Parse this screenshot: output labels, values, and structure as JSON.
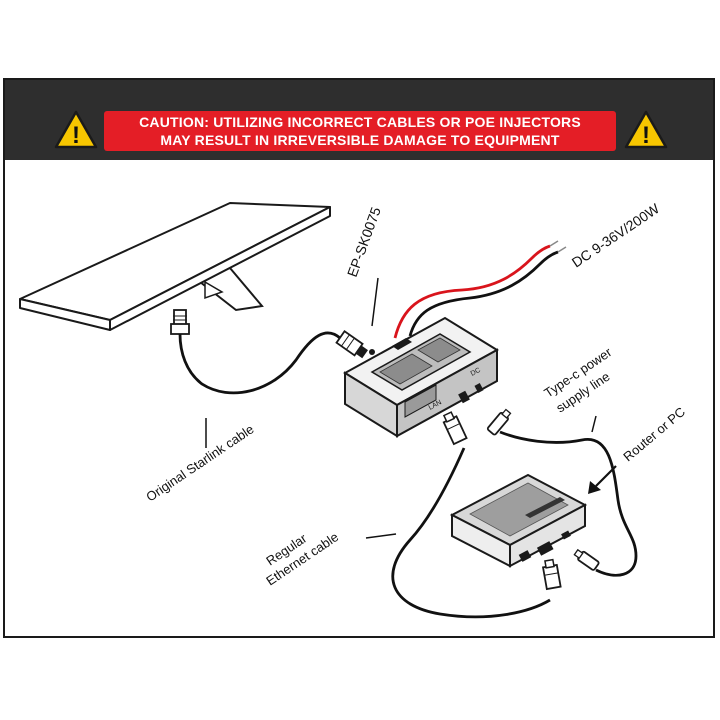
{
  "banner": {
    "caution_line_1": "CAUTION: UTILIZING INCORRECT CABLES OR POE INJECTORS",
    "caution_line_2": "MAY RESULT IN IRREVERSIBLE DAMAGE TO EQUIPMENT",
    "warning_icon_text": "!"
  },
  "labels": {
    "model": "EP-SK0075",
    "dc_input": "DC 9-36V/200W",
    "typec_line_1": "Type-c power",
    "typec_line_2": "supply line",
    "router": "Router or PC",
    "starlink_cable": "Original Starlink cable",
    "ethernet_line_1": "Regular",
    "ethernet_line_2": "Ethernet cable",
    "port_lan": "LAN",
    "port_dc": "DC"
  },
  "colors": {
    "banner_bg": "#2e2e2e",
    "caution_red": "#e41e26",
    "warning_yellow": "#f7c600",
    "wire_red": "#d9141c",
    "wire_black": "#111111"
  }
}
